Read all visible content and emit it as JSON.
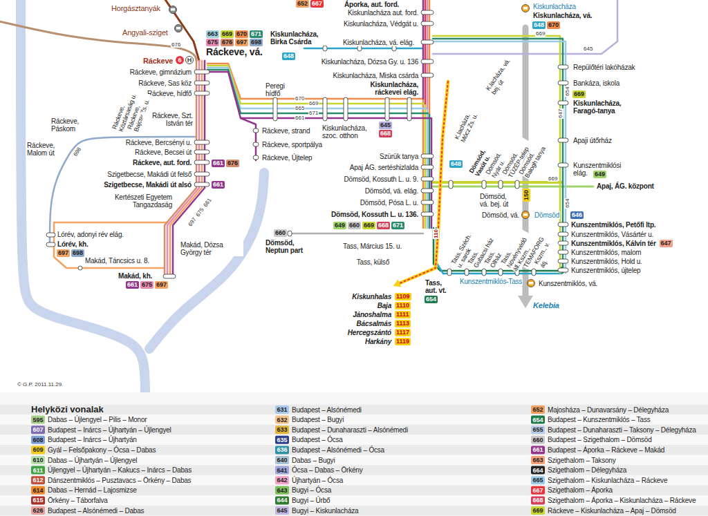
{
  "diagram": {
    "title": "Helyközi vonalak",
    "nodes": [
      {
        "text": [
          "652"
        ]
      },
      {
        "text": [
          "667"
        ]
      },
      {
        "text": [
          "663"
        ]
      },
      {
        "text": [
          "669"
        ]
      },
      {
        "text": [
          "670"
        ]
      },
      {
        "text": [
          "671"
        ]
      },
      {
        "text": [
          "675"
        ]
      },
      {
        "text": [
          "676"
        ]
      },
      {
        "text": [
          "697"
        ]
      },
      {
        "text": [
          "698"
        ]
      },
      {
        "text": [
          "648"
        ]
      },
      {
        "text": [
          "6"
        ]
      },
      {
        "text": [
          "H"
        ]
      },
      {
        "text": [
          "661"
        ]
      },
      {
        "text": [
          "676"
        ]
      },
      {
        "text": [
          "661"
        ]
      },
      {
        "text": [
          "697"
        ]
      },
      {
        "text": [
          "698"
        ]
      },
      {
        "text": [
          "661"
        ]
      },
      {
        "text": [
          "675"
        ]
      },
      {
        "text": [
          "697"
        ]
      },
      {
        "text": [
          "660"
        ]
      },
      {
        "text": [
          "645"
        ]
      },
      {
        "text": [
          "668"
        ]
      },
      {
        "text": [
          "648"
        ]
      },
      {
        "text": [
          "649"
        ]
      },
      {
        "text": [
          "660"
        ]
      },
      {
        "text": [
          "669"
        ]
      },
      {
        "text": [
          "668"
        ]
      },
      {
        "text": [
          "671"
        ]
      },
      {
        "text": [
          "654"
        ]
      },
      {
        "text": [
          "1109"
        ]
      },
      {
        "text": [
          "1110"
        ]
      },
      {
        "text": [
          "1111"
        ]
      },
      {
        "text": [
          "1113"
        ]
      },
      {
        "text": [
          "1117"
        ]
      },
      {
        "text": [
          "1119"
        ]
      },
      {
        "text": [
          "648"
        ]
      },
      {
        "text": [
          "670"
        ]
      },
      {
        "text": [
          "669"
        ]
      },
      {
        "text": [
          "649"
        ]
      },
      {
        "text": [
          "646"
        ]
      },
      {
        "text": [
          "647"
        ]
      },
      {
        "text": [
          "150"
        ]
      }
    ],
    "labels": [
      "Horgásztanyák",
      "Angyali-sziget",
      "676",
      "Ráckeve",
      "Ráckeve, vá.",
      "Kiskunlacháza, Birka Csárda",
      "Ráckeve, gimnázium",
      "Ráckeve, Sas köz",
      "Ráckeve, hídfő",
      "Ráckeve, Köztársaság u.",
      "Ráckeve, Bajcsy Zs. u.",
      "Ráckeve, Szt. István tér",
      "Ráckeve, Páskom",
      "Ráckeve, Malom út",
      "698",
      "Ráckeve, Bercsényi u.",
      "Ráckeve, Becsei út",
      "Ráckeve, aut. ford.",
      "Szigetbecse, Makádi út felső",
      "Szigetbecse, Makádi út alsó",
      "Kertészeti Egyetem Tangazdaság",
      "Lórév, adonyi rév elág.",
      "Lórév, kh.",
      "Makád, Táncsics u. 8.",
      "Makád, kh.",
      "Makád, Dózsa György tér",
      "697",
      "675",
      "661",
      "Peregi hídfő",
      "670",
      "669",
      "665",
      "671",
      "661",
      "Ráckeve, strand",
      "Ráckeve, sportpálya",
      "Ráckeve, Újtelep",
      "Kiskunlacháza, szoc. otthon",
      "Áporka, aut. ford.",
      "Kiskunlacháza aut. ford.",
      "Kiskunlacháza, Védgát u.",
      "Kiskunlacháza, vá. elág.",
      "Kiskunlacháza, Dózsa Gy. u. 136",
      "Kiskunlacháza, Miska csárda",
      "Kiskunlacháza, ráckevei elág.",
      "Szürük tanya",
      "Apaj ÁG. sertéshizlalda",
      "Dömsöd, Kossuth L. u. 9.",
      "Dömsöd, vá. elág.",
      "Dömsöd, Pósa L. u.",
      "Dömsöd, Kossuth L. u. 136.",
      "Dömsöd, Neptun part",
      "Tass, Március 15. u.",
      "Tass, külső",
      "Tass, aut. vt.",
      "Kiskunhalas",
      "Baja",
      "Jánoshalma",
      "Bácsalmás",
      "Hercegszántó",
      "Harkány",
      "K.lacháza, vá. bej. út",
      "K.lacháza, Mócz Zs. u.",
      "Dömsöd, Vasút u.",
      "Dömsöd, Nyár u.",
      "Dömsöd, TÜZÉP-telep",
      "Dömsöd, Balogh tanya",
      "Tass, Széch. u. sarok",
      "Tass, Gubacsi ház",
      "Tass, Olház",
      "Tass, Növényvédő áll.",
      "Kszm., TEMAFORG",
      "Kszm., v. átj.",
      "Kiskunlacháza",
      "Kiskunlacháza, vá.",
      "669",
      "645",
      "Repülőtéri lakóházak",
      "Bankáza, iskola",
      "Kiskunlacháza, Faragó-tanya",
      "Apaji útőrház",
      "Kunszentmiklósi elág.",
      "Apaj, ÁG. központ",
      "669",
      "647",
      "654",
      "654",
      "Dömsöd, vá. bej. út",
      "Dömsöd, vá.",
      "Dömsöd",
      "Kunszentmiklós, Petőfi ltp.",
      "Kunszentmiklós, Vásártér u.",
      "Kunszentmiklós, Kálvin tér",
      "Kunszentmiklós, malom",
      "Kunszentmiklós, Hold u.",
      "Kunszentmiklós, újtelep",
      "Kunszentmiklós, vá.",
      "Kunszentmiklós-Tass",
      "Kelebia",
      "110",
      "© G.P. 2011.11.29.",
      "595",
      "607",
      "608",
      "609",
      "610",
      "611",
      "612",
      "614",
      "615",
      "626",
      "631",
      "632",
      "633",
      "635",
      "636",
      "640",
      "641",
      "642",
      "643",
      "644",
      "645",
      "652",
      "654",
      "655",
      "660",
      "661",
      "663",
      "664",
      "665",
      "667",
      "668",
      "669"
    ],
    "legend": [
      {
        "text": "Dabas – Újlengyel – Pilis – Monor",
        "color": "#a8d08d"
      },
      {
        "text": "Budapest – Inárcs – Újhartyán – Újlengyel",
        "color": "#7e6bb0"
      },
      {
        "text": "Budapest – Inárcs – Újhartyán",
        "color": "#7f9fd6"
      },
      {
        "text": "Gyál – Felsőpakony – Ócsa – Dabas",
        "color": "#f2cc1a"
      },
      {
        "text": "Dabas – Újhartyán – Újlengyel",
        "color": "#b5dfae"
      },
      {
        "text": "Újlengyel – Újhartyán – Kakucs – Inárcs – Dabas",
        "color": "#3fa046"
      },
      {
        "text": "Dánszentmiklós – Pusztavacs – Örkény – Dabas",
        "color": "#c0503a"
      },
      {
        "text": "Dabas – Hernád – Lajosmizse",
        "color": "#ef8a2c"
      },
      {
        "text": "Örkény – Táborfalva",
        "color": "#a8322a"
      },
      {
        "text": "Budapest – Alsónémedi – Dabas",
        "color": "#e7a0a0"
      },
      {
        "text": "Budapest – Alsónémedi",
        "color": "#a9c8ec"
      },
      {
        "text": "Budapest – Bugyi",
        "color": "#f6c28b"
      },
      {
        "text": "Budapest – Dunaharaszti – Alsónémedi",
        "color": "#e0b33a"
      },
      {
        "text": "Budapest – Ócsa",
        "color": "#2d3f8c"
      },
      {
        "text": "Budapest – Alsónémedi – Ócsa",
        "color": "#2f8fa5"
      },
      {
        "text": "Dabas – Bugyi",
        "color": "#a9c3d6"
      },
      {
        "text": "Ócsa – Dabas – Örkény",
        "color": "#9ea6dc"
      },
      {
        "text": "Újhartyán – Ócsa",
        "color": "#f2a3c7"
      },
      {
        "text": "Bugyi – Ócsa",
        "color": "#7cbf5a"
      },
      {
        "text": "Bugyi – Úrbő",
        "color": "#2e7d32"
      },
      {
        "text": "Bugyi – Kiskunlacháza",
        "color": "#c1b6e3"
      },
      {
        "text": "Majosháza – Dunavarsány – Délegyháza",
        "color": "#f0a060"
      },
      {
        "text": "Budapest – Kunszentmiklós – Tass",
        "color": "#1f7a4a"
      },
      {
        "text": "Budapest – Dunaharaszti – Taksony – Délegyháza",
        "color": "#b7cbe8"
      },
      {
        "text": "Budapest – Szigethalom – Dömsöd",
        "color": "#c8c8c8"
      },
      {
        "text": "Budapest – Áporka – Ráckeve – Makád",
        "color": "#93358c"
      },
      {
        "text": "Szigethalom – Taksony",
        "color": "#f3a07b"
      },
      {
        "text": "Szigethalom – Délegyháza",
        "color": "#222222"
      },
      {
        "text": "Szigethalom – Kiskunlacháza – Ráckeve",
        "color": "#9ccbe6"
      },
      {
        "text": "Szigethalom – Áporka",
        "color": "#e8343a"
      },
      {
        "text": "Szigethalom – Áporka – Kiskunlacháza – Ráckeve",
        "color": "#d3405a"
      },
      {
        "text": "Ráckeve – Kiskunlacháza – Apaj – Dömsöd",
        "color": "#c7d530"
      }
    ]
  }
}
